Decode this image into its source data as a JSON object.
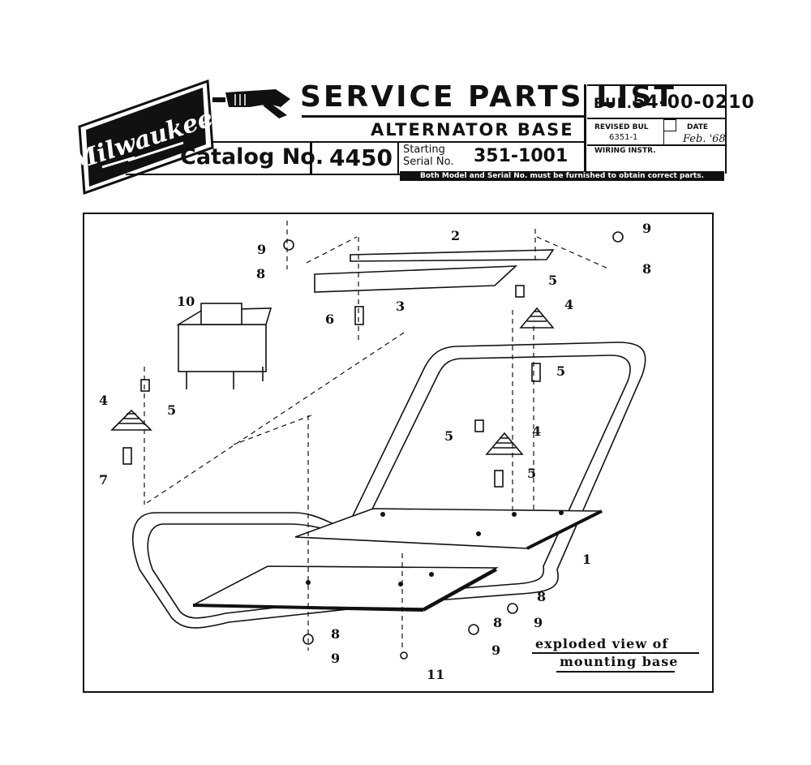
{
  "header": {
    "brand": "Milwaukee",
    "title": "SERVICE PARTS LIST",
    "subtitle": "ALTERNATOR BASE",
    "catalog_label": "Catalog No.",
    "catalog_number": "4450",
    "starting_label": "Starting",
    "serial_label": "Serial No.",
    "serial_number": "351-1001",
    "notice": "Both Model and Serial No. must be furnished to obtain correct parts."
  },
  "bulletin": {
    "bul_prefix": "BUL.",
    "bul_number": "54-00-0210",
    "revised_label": "REVISED BUL",
    "revised_number": "6351-1",
    "date_label": "DATE",
    "date_value": "Feb. '68",
    "wiring_label": "WIRING INSTR."
  },
  "diagram": {
    "caption_line1": "exploded view of",
    "caption_line2": "mounting base",
    "callouts": [
      "9",
      "8",
      "2",
      "3",
      "6",
      "10",
      "9",
      "8",
      "5",
      "4",
      "5",
      "4",
      "5",
      "7",
      "5",
      "4",
      "5",
      "1",
      "8",
      "9",
      "8",
      "9",
      "8",
      "9",
      "11"
    ]
  }
}
